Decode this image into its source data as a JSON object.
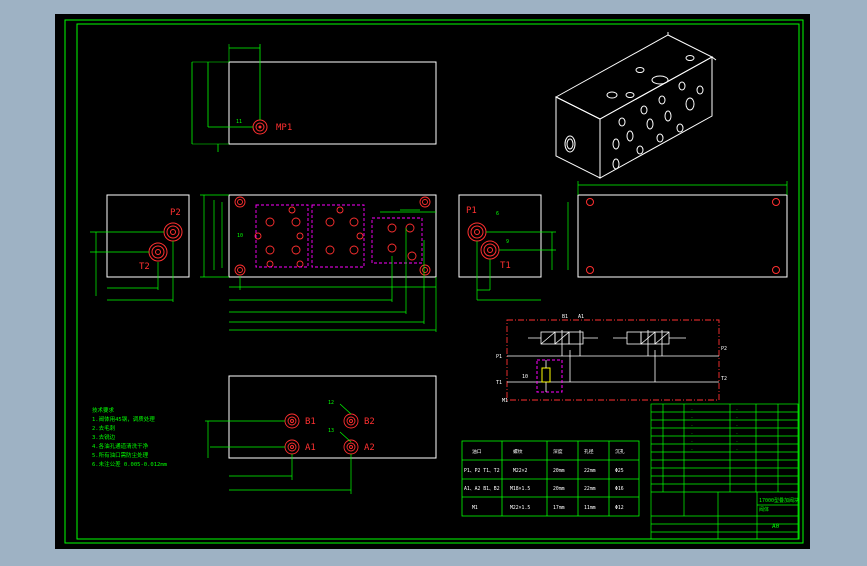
{
  "colors": {
    "window_bg": "#9eb2c4",
    "canvas_bg": "#000000",
    "border": "#00ff00",
    "part": "#ffffff",
    "dim": "#00ff00",
    "hole": "#ff2020",
    "cut": "#ff00ff",
    "cyan": "#00e0e0",
    "yellow": "#ffff00"
  },
  "top_view": {
    "port_label": "MP1",
    "callout": "11"
  },
  "left_view": {
    "port_p2": "P2",
    "port_t2": "T2"
  },
  "right_view": {
    "port_p1": "P1",
    "port_t1": "T1",
    "callout_a": "6",
    "callout_b": "9"
  },
  "plan_view": {
    "callout": "10"
  },
  "bottom_view": {
    "ports": [
      "B1",
      "B2",
      "A1",
      "A2"
    ],
    "callout_a": "12",
    "callout_b": "13"
  },
  "schematic": {
    "labels": [
      "B1",
      "A1",
      "P2",
      "T2",
      "P1",
      "T1",
      "M1",
      "10"
    ]
  },
  "tech_notes": {
    "lines": [
      "技术要求",
      "1.阀体用45钢，调质处理",
      "2.去毛刺",
      "3.去锐边",
      "4.各油孔通道清洗干净",
      "5.所有油口需防尘处理",
      "6.未注公差 0.005-0.012mm"
    ]
  },
  "port_table": {
    "headers": [
      "油口",
      "螺纹",
      "深度",
      "孔径",
      "沉孔"
    ],
    "rows": [
      [
        "P1、P2 T1、T2",
        "M22×2",
        "20mm",
        "22mm",
        "Φ25"
      ],
      [
        "A1、A2 B1、B2",
        "M18×1.5",
        "20mm",
        "22mm",
        "Φ16"
      ],
      [
        "M1",
        "M22×1.5",
        "17mm",
        "11mm",
        "Φ12"
      ]
    ]
  },
  "title_block": {
    "drawing_title": "17000型叠加阀块",
    "sub": "阀体",
    "scale": "A0"
  }
}
